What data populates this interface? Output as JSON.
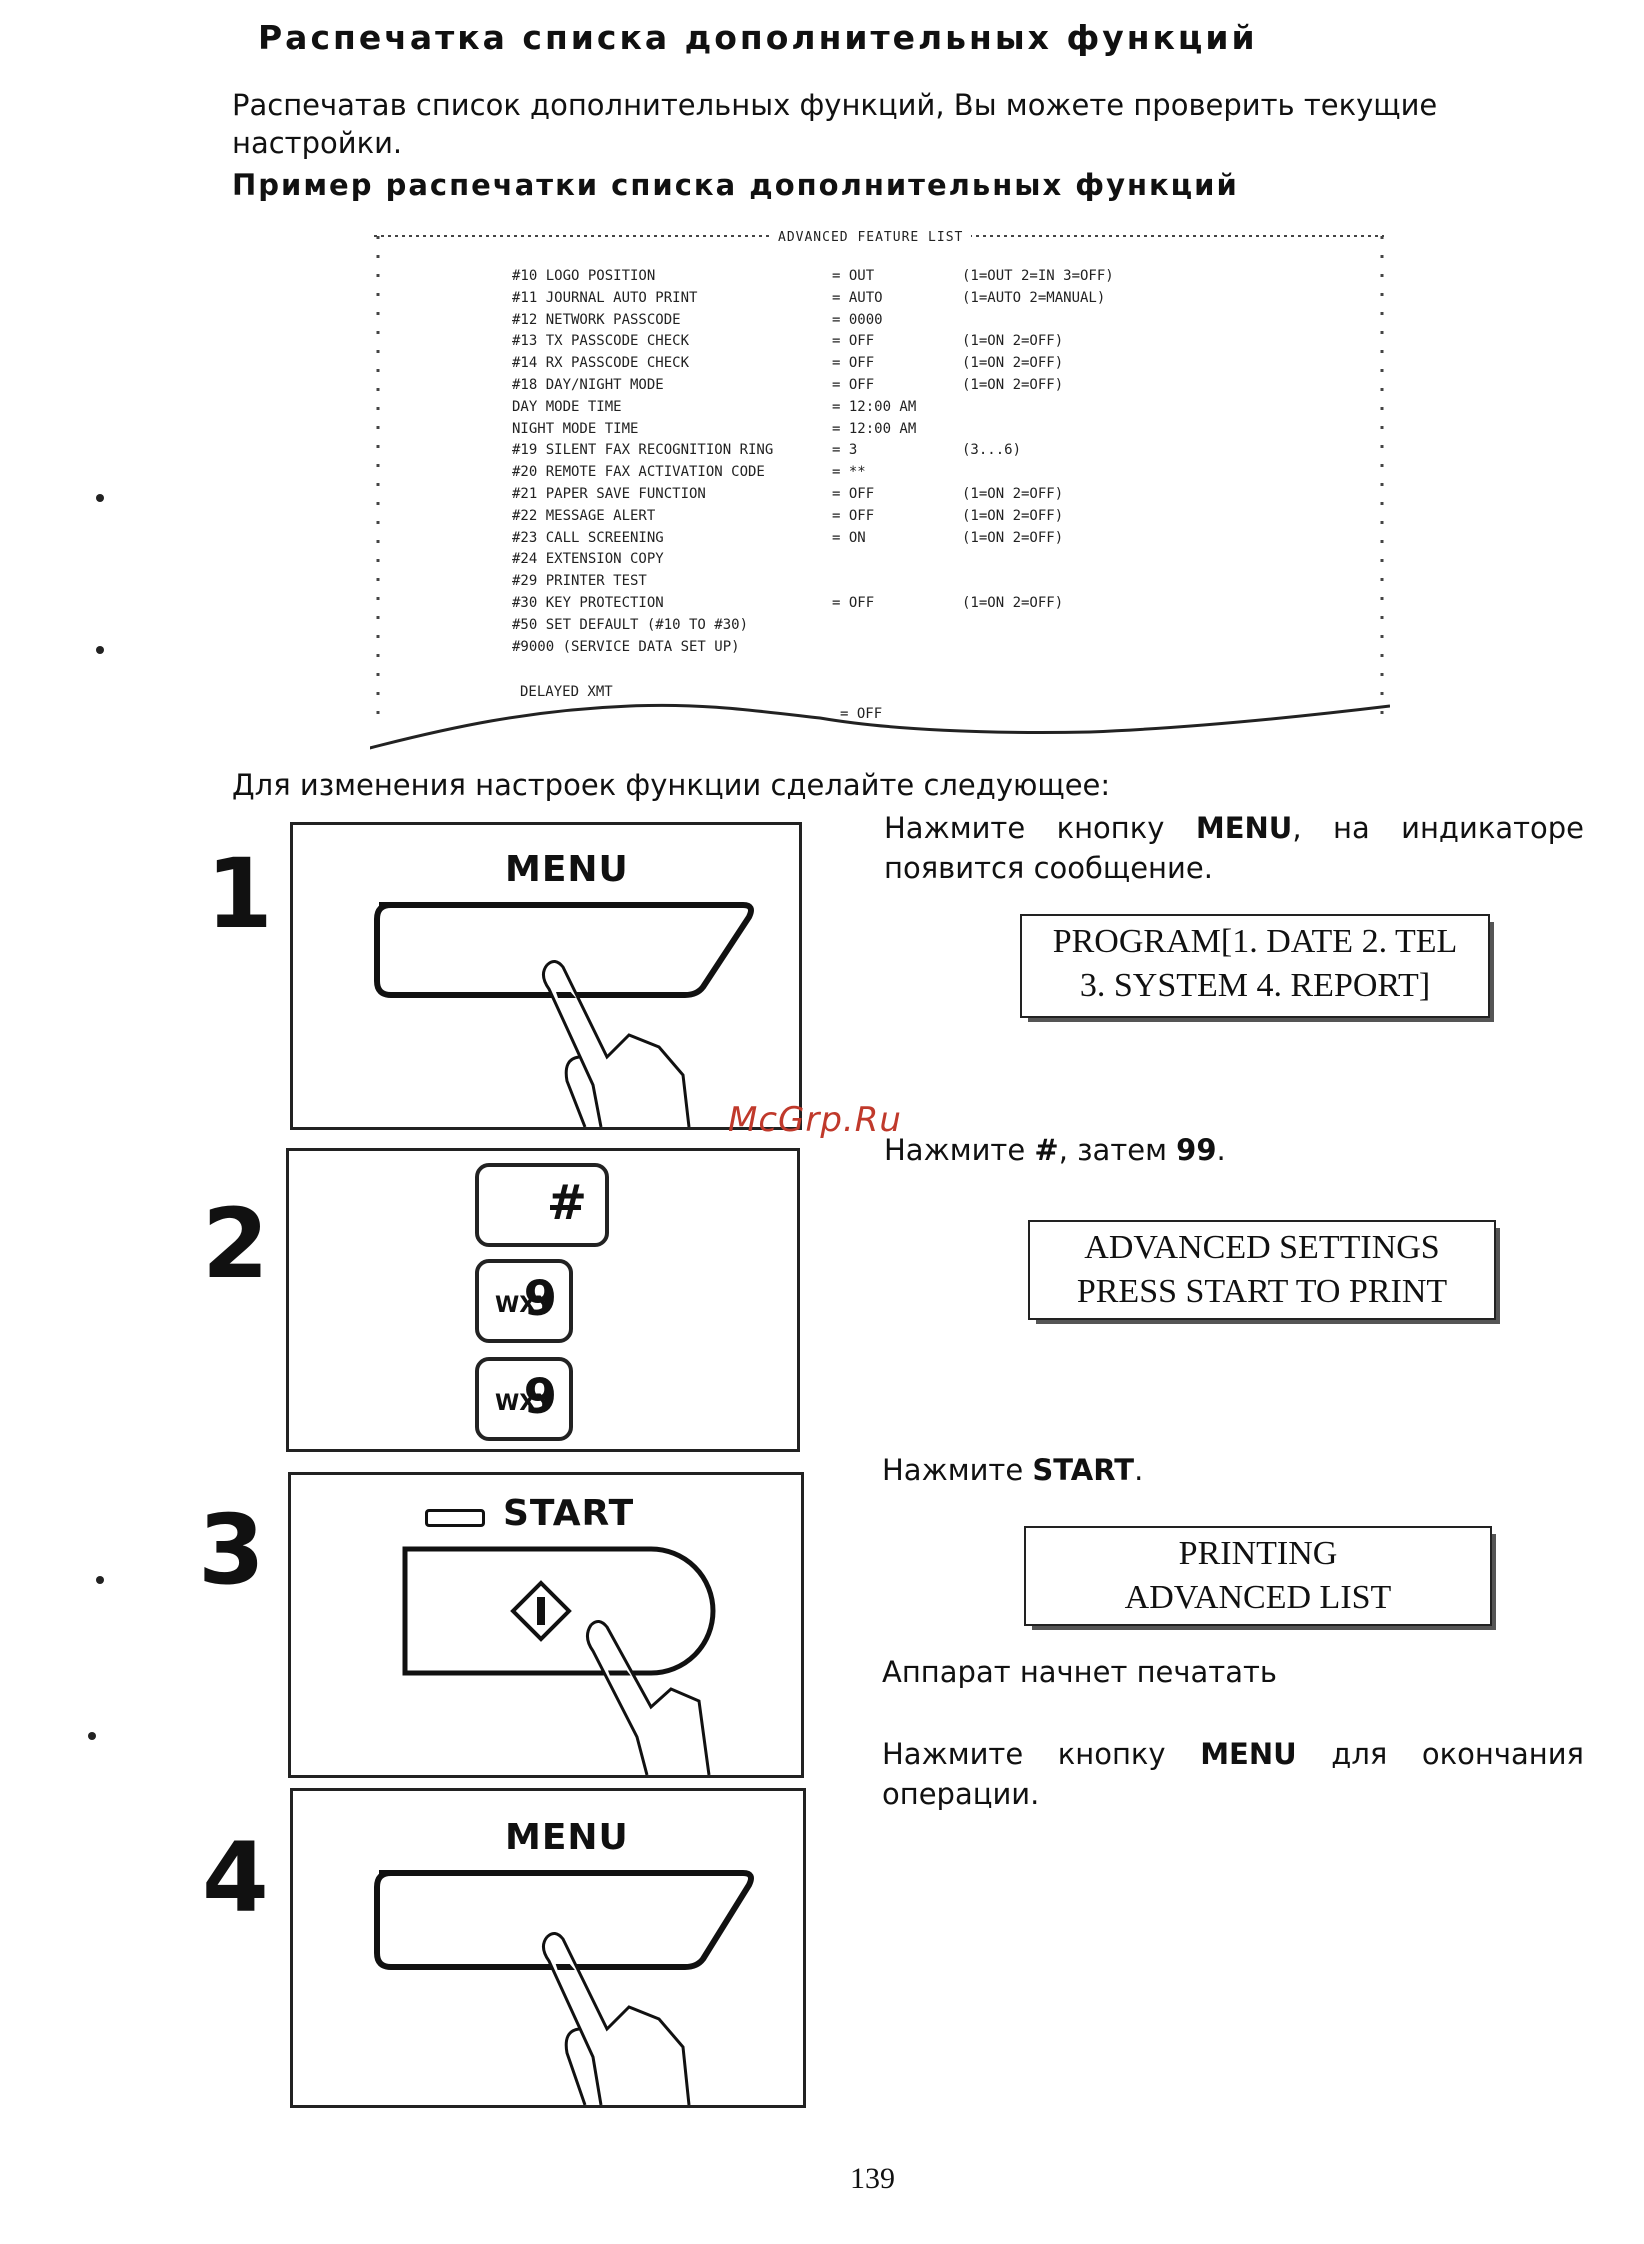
{
  "title": "Распечатка списка дополнительных функций",
  "intro": "Распечатав список дополнительных функций, Вы можете проверить текущие настройки.",
  "subtitle": "Пример распечатки списка дополнительных функций",
  "printout": {
    "header": "ADVANCED FEATURE LIST",
    "rows": [
      [
        "#10 LOGO POSITION",
        "= OUT",
        "(1=OUT  2=IN  3=OFF)"
      ],
      [
        "#11 JOURNAL AUTO PRINT",
        "= AUTO",
        "(1=AUTO 2=MANUAL)"
      ],
      [
        "#12 NETWORK PASSCODE",
        "= 0000",
        ""
      ],
      [
        "#13 TX PASSCODE CHECK",
        "= OFF",
        "(1=ON   2=OFF)"
      ],
      [
        "#14 RX PASSCODE CHECK",
        "= OFF",
        "(1=ON   2=OFF)"
      ],
      [
        "#18 DAY/NIGHT MODE",
        "= OFF",
        "(1=ON   2=OFF)"
      ],
      [
        "     DAY MODE TIME",
        "= 12:00 AM",
        ""
      ],
      [
        "     NIGHT MODE TIME",
        "= 12:00 AM",
        ""
      ],
      [
        "#19 SILENT FAX RECOGNITION RING",
        "= 3",
        "(3...6)"
      ],
      [
        "#20 REMOTE FAX ACTIVATION CODE",
        "= **",
        ""
      ],
      [
        "#21 PAPER SAVE FUNCTION",
        "= OFF",
        "(1=ON   2=OFF)"
      ],
      [
        "#22 MESSAGE ALERT",
        "= OFF",
        "(1=ON   2=OFF)"
      ],
      [
        "#23 CALL SCREENING",
        "= ON",
        "(1=ON   2=OFF)"
      ],
      [
        "#24 EXTENSION COPY",
        "",
        ""
      ],
      [
        "#29 PRINTER TEST",
        "",
        ""
      ],
      [
        "#30 KEY PROTECTION",
        "= OFF",
        "(1=ON   2=OFF)"
      ],
      [
        "#50 SET DEFAULT (#10 TO #30)",
        "",
        ""
      ],
      [
        "#9000 (SERVICE DATA SET UP)",
        "",
        ""
      ]
    ],
    "footer_label": "DELAYED XMT",
    "footer_value": "= OFF"
  },
  "instruction": "Для изменения настроек функции сделайте следующее:",
  "steps": [
    {
      "number": "1",
      "panel_label": "MENU",
      "desc_pre": "Нажмите кнопку",
      "desc_bold": "MENU",
      "desc_post": ", на индикаторе",
      "desc_line2": "появится сообщение.",
      "display": [
        "PROGRAM[1. DATE 2. TEL",
        "3. SYSTEM   4. REPORT]"
      ]
    },
    {
      "number": "2",
      "keys": [
        {
          "small": "",
          "big": "#"
        },
        {
          "small": "WXY",
          "big": "9"
        },
        {
          "small": "WXY",
          "big": "9"
        }
      ],
      "desc_pre": "Нажмите",
      "desc_bold1": "#",
      "desc_mid": ", затем",
      "desc_bold2": "99",
      "desc_post": ".",
      "display": [
        "ADVANCED SETTINGS",
        "PRESS START TO PRINT"
      ]
    },
    {
      "number": "3",
      "panel_label": "START",
      "desc_pre": "Нажмите",
      "desc_bold": "START",
      "desc_post": ".",
      "display": [
        "PRINTING",
        "ADVANCED LIST"
      ],
      "after": "Аппарат начнет печатать"
    },
    {
      "number": "4",
      "panel_label": "MENU",
      "desc_pre": "Нажмите кнопку",
      "desc_bold": "MENU",
      "desc_post": "для окончания",
      "desc_line2": "операции."
    }
  ],
  "watermark": "McGrp.Ru",
  "page_number": "139"
}
